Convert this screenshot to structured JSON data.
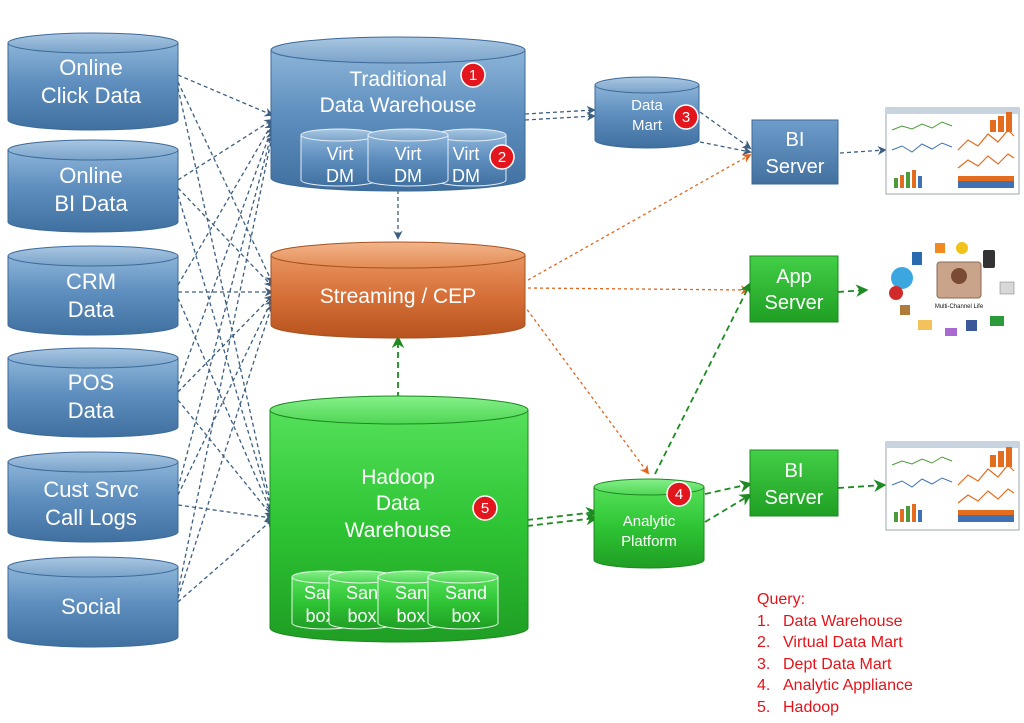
{
  "sources": [
    {
      "lines": [
        "Online",
        "Click Data"
      ]
    },
    {
      "lines": [
        "Online",
        "BI Data"
      ]
    },
    {
      "lines": [
        "CRM",
        "Data"
      ]
    },
    {
      "lines": [
        "POS",
        "Data"
      ]
    },
    {
      "lines": [
        "Cust Srvc",
        "Call Logs"
      ]
    },
    {
      "lines": [
        "Social"
      ]
    }
  ],
  "warehouse": {
    "lines": [
      "Traditional",
      "Data Warehouse"
    ],
    "badge": "1"
  },
  "virt_dms": [
    {
      "lines": [
        "Virt",
        "DM"
      ]
    },
    {
      "lines": [
        "Virt",
        "DM"
      ]
    },
    {
      "lines": [
        "Virt",
        "DM"
      ]
    }
  ],
  "virt_badge": "2",
  "data_mart": {
    "lines": [
      "Data",
      "Mart"
    ],
    "badge": "3"
  },
  "streaming": {
    "label": "Streaming / CEP"
  },
  "hadoop": {
    "lines": [
      "Hadoop",
      "Data",
      "Warehouse"
    ],
    "badge": "5"
  },
  "sandboxes": [
    {
      "lines": [
        "San",
        "box"
      ]
    },
    {
      "lines": [
        "San",
        "box"
      ]
    },
    {
      "lines": [
        "San",
        "box"
      ]
    },
    {
      "lines": [
        "Sand",
        "box"
      ]
    }
  ],
  "analytic": {
    "lines": [
      "Analytic",
      "Platform"
    ],
    "badge": "4"
  },
  "servers": {
    "bi_top": [
      "BI",
      "Server"
    ],
    "app": [
      "App",
      "Server"
    ],
    "bi_bottom": [
      "BI",
      "Server"
    ]
  },
  "social_graphic": {
    "center_label": "Multi-Channel Life"
  },
  "legend": {
    "title": "Query:",
    "items": [
      {
        "num": "1.",
        "label": "Data Warehouse"
      },
      {
        "num": "2.",
        "label": "Virtual Data Mart"
      },
      {
        "num": "3.",
        "label": "Dept Data Mart"
      },
      {
        "num": "4.",
        "label": "Analytic Appliance"
      },
      {
        "num": "5.",
        "label": "Hadoop"
      }
    ]
  },
  "colors": {
    "source_blue": "#5f8fb8",
    "warehouse_blue": "#5a86b5",
    "streaming_orange": "#d4703a",
    "hadoop_green": "#33c93a",
    "server_green": "#26b82a",
    "badge_red": "#e3161d",
    "arrow_blue": "#3e5f80",
    "arrow_orange": "#e0651f",
    "arrow_green": "#1e8a22",
    "legend_red": "#e4131a"
  }
}
